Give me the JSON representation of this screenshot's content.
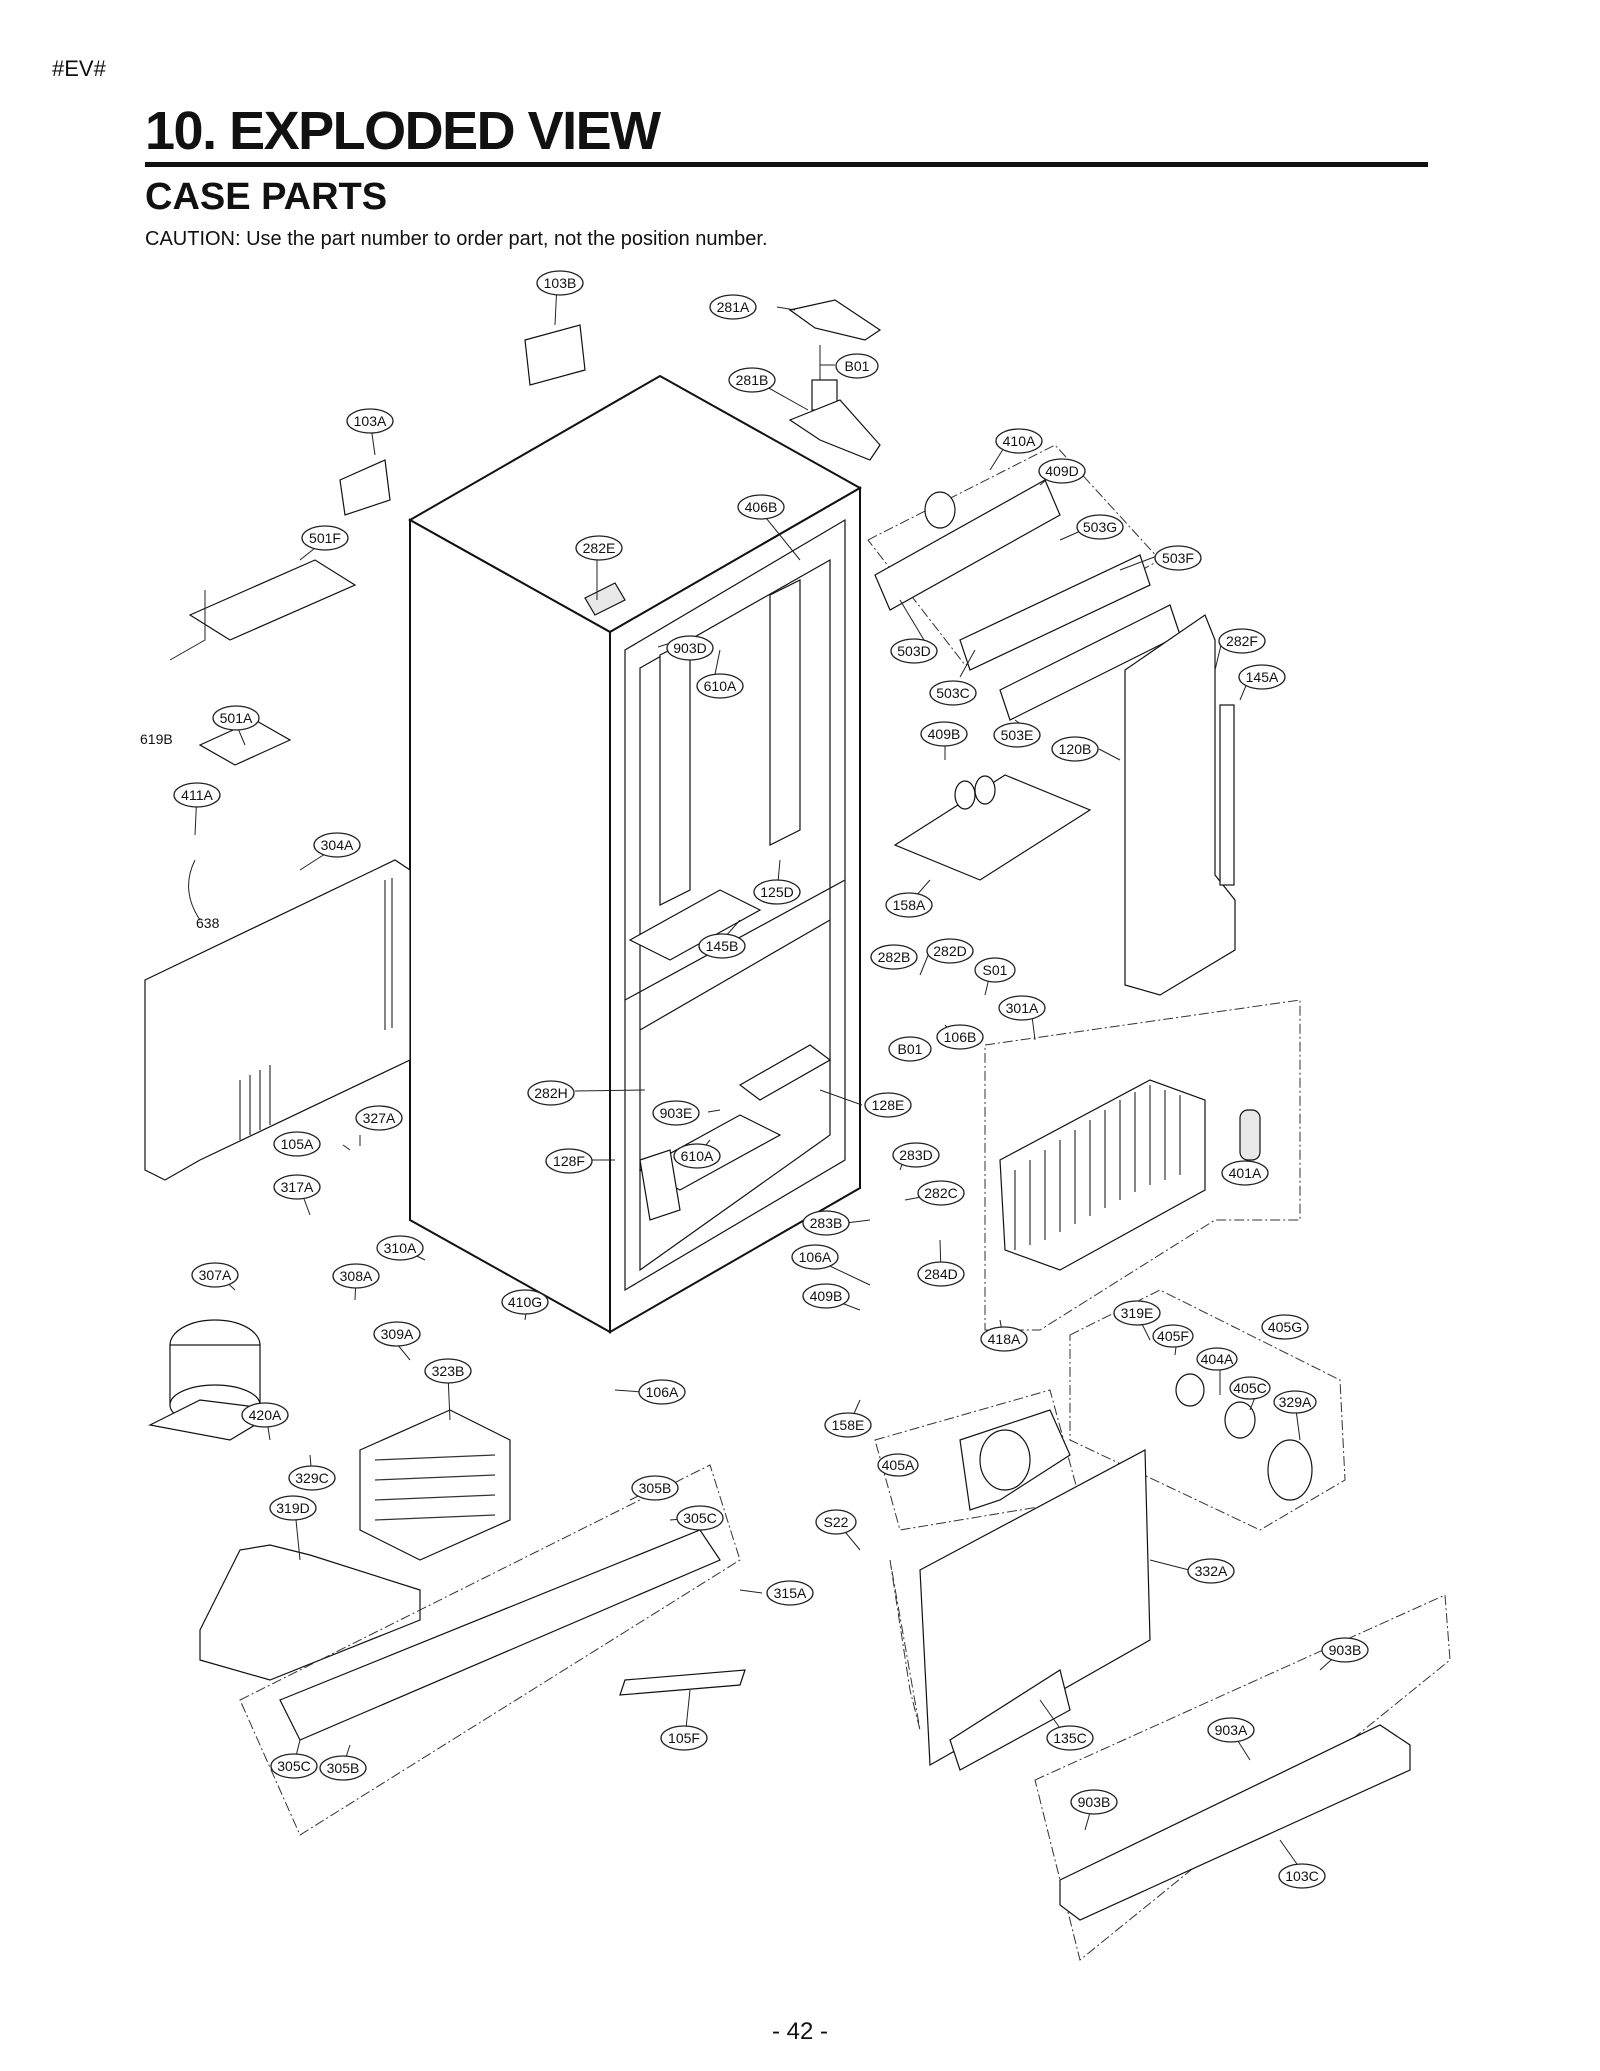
{
  "header": {
    "tag": "#EV#",
    "title": "10. EXPLODED VIEW",
    "subtitle": "CASE PARTS",
    "caution": "CAUTION: Use the part number to order part, not the position number."
  },
  "footer": {
    "page_number": "- 42 -"
  },
  "callouts": {
    "c103B": "103B",
    "c281A": "281A",
    "cB01a": "B01",
    "c281B": "281B",
    "c103A": "103A",
    "c410A": "410A",
    "c409D": "409D",
    "c406B": "406B",
    "c503G": "503G",
    "c501F": "501F",
    "c282E": "282E",
    "c503F": "503F",
    "c903D": "903D",
    "c503D": "503D",
    "c282F": "282F",
    "c610A": "610A",
    "c503C": "503C",
    "c145A": "145A",
    "c501A": "501A",
    "c409B": "409B",
    "c503E": "503E",
    "c120B": "120B",
    "c411A": "411A",
    "c304A": "304A",
    "c125D": "125D",
    "c158A": "158A",
    "c145B": "145B",
    "c282B": "282B",
    "c282D": "282D",
    "cS01": "S01",
    "c301A": "301A",
    "c106B": "106B",
    "cB01b": "B01",
    "c282H": "282H",
    "c128E": "128E",
    "c903E": "903E",
    "c327A": "327A",
    "c105A": "105A",
    "c610Ab": "610A",
    "c283D": "283D",
    "c128F": "128F",
    "c401A": "401A",
    "c282C": "282C",
    "c317A": "317A",
    "c283B": "283B",
    "c106Ab": "106A",
    "c284D": "284D",
    "c310A": "310A",
    "c307A": "307A",
    "c308A": "308A",
    "c410G": "410G",
    "c409Bb": "409B",
    "c418A": "418A",
    "c319E": "319E",
    "c405F": "405F",
    "c405G": "405G",
    "c404A": "404A",
    "c309A": "309A",
    "c323B": "323B",
    "c106A": "106A",
    "c405C": "405C",
    "c329A": "329A",
    "c420A": "420A",
    "c158E": "158E",
    "c405A": "405A",
    "c329C": "329C",
    "c305B": "305B",
    "c319D": "319D",
    "c305C": "305C",
    "cS22": "S22",
    "c315A": "315A",
    "c332A": "332A",
    "c903B": "903B",
    "c105F": "105F",
    "c903A": "903A",
    "c305Cb": "305C",
    "c305Bb": "305B",
    "c135C": "135C",
    "c903Bb": "903B",
    "c103C": "103C"
  },
  "plain_labels": {
    "l619B": "619B",
    "l638": "638"
  }
}
